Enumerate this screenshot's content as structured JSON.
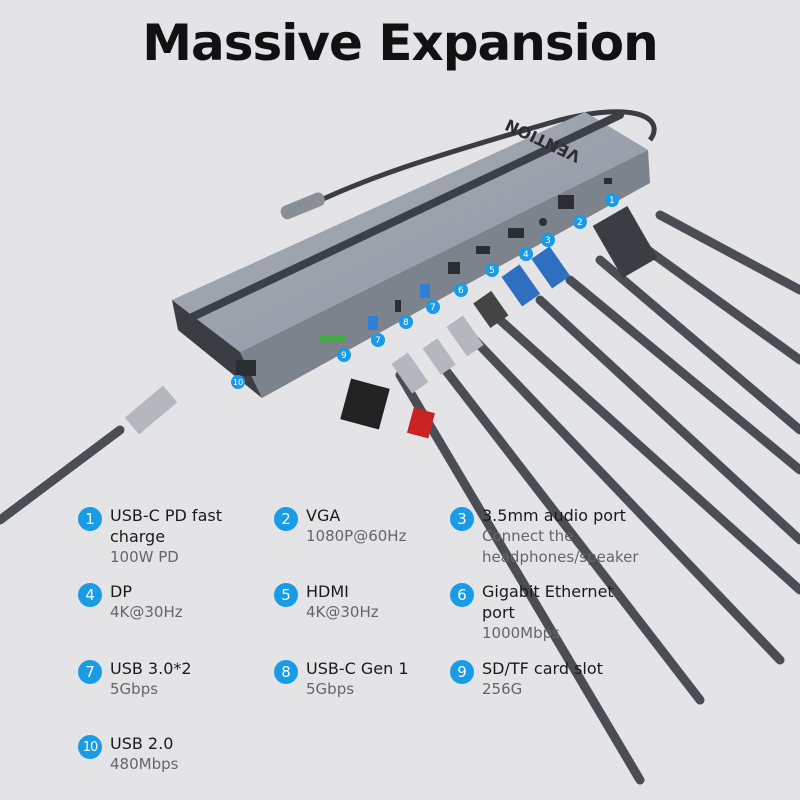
{
  "title": "Massive Expansion",
  "brand": "VENTION",
  "colors": {
    "accent": "#1a9be6",
    "background": "#e4e4e6",
    "hub": "#9ea5b0"
  },
  "specs": [
    {
      "num": "1",
      "name": "USB-C PD fast charge",
      "desc": "100W PD"
    },
    {
      "num": "2",
      "name": "VGA",
      "desc": "1080P@60Hz"
    },
    {
      "num": "3",
      "name": "3.5mm audio port",
      "desc": "Connect the headphones/speaker"
    },
    {
      "num": "4",
      "name": "DP",
      "desc": "4K@30Hz"
    },
    {
      "num": "5",
      "name": "HDMI",
      "desc": "4K@30Hz"
    },
    {
      "num": "6",
      "name": "Gigabit Ethernet port",
      "desc": "1000Mbps"
    },
    {
      "num": "7",
      "name": "USB 3.0*2",
      "desc": "5Gbps"
    },
    {
      "num": "8",
      "name": "USB-C Gen 1",
      "desc": "5Gbps"
    },
    {
      "num": "9",
      "name": "SD/TF card slot",
      "desc": "256G"
    },
    {
      "num": "10",
      "name": "USB 2.0",
      "desc": "480Mbps"
    }
  ],
  "port_markers": [
    "1",
    "2",
    "3",
    "4",
    "5",
    "6",
    "7",
    "8",
    "7",
    "9",
    "10"
  ]
}
